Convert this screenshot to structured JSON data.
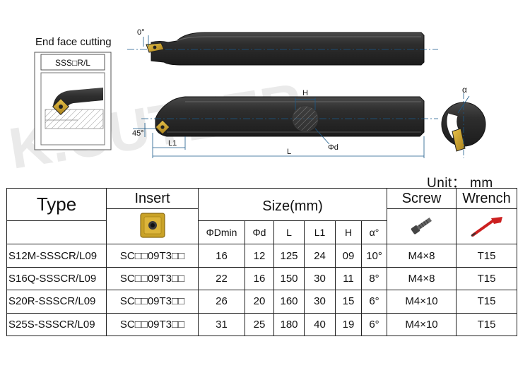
{
  "diagram": {
    "end_face_label": "End face cutting",
    "inset_code": "SSS□R/L",
    "watermark": "K.CUTEER",
    "angle_top": "0°",
    "angle_side": "45°",
    "dim_l1": "L1",
    "dim_l": "L",
    "dim_h": "H",
    "dim_phid": "Φd",
    "dim_alpha": "α"
  },
  "unit_label": "Unit： mm",
  "table": {
    "headers": {
      "type": "Type",
      "insert": "Insert",
      "size": "Size(mm)",
      "screw": "Screw",
      "wrench": "Wrench"
    },
    "size_columns": [
      "ΦDmin",
      "Φd",
      "L",
      "L1",
      "H",
      "α°"
    ],
    "rows": [
      {
        "type": "S12M-SSSCR/L09",
        "insert": "SC□□09T3□□",
        "dmin": "16",
        "d": "12",
        "l": "125",
        "l1": "24",
        "h": "09",
        "alpha": "10°",
        "screw": "M4×8",
        "wrench": "T15"
      },
      {
        "type": "S16Q-SSSCR/L09",
        "insert": "SC□□09T3□□",
        "dmin": "22",
        "d": "16",
        "l": "150",
        "l1": "30",
        "h": "11",
        "alpha": "8°",
        "screw": "M4×8",
        "wrench": "T15"
      },
      {
        "type": "S20R-SSSCR/L09",
        "insert": "SC□□09T3□□",
        "dmin": "26",
        "d": "20",
        "l": "160",
        "l1": "30",
        "h": "15",
        "alpha": "6°",
        "screw": "M4×10",
        "wrench": "T15"
      },
      {
        "type": "S25S-SSSCR/L09",
        "insert": "SC□□09T3□□",
        "dmin": "31",
        "d": "25",
        "l": "180",
        "l1": "40",
        "h": "19",
        "alpha": "6°",
        "screw": "M4×10",
        "wrench": "T15"
      }
    ]
  },
  "colors": {
    "tool_body": "#2b2b2b",
    "insert_gold": "#c9a227",
    "wrench_red": "#cc2020",
    "dim_line": "#1a5a8a"
  }
}
